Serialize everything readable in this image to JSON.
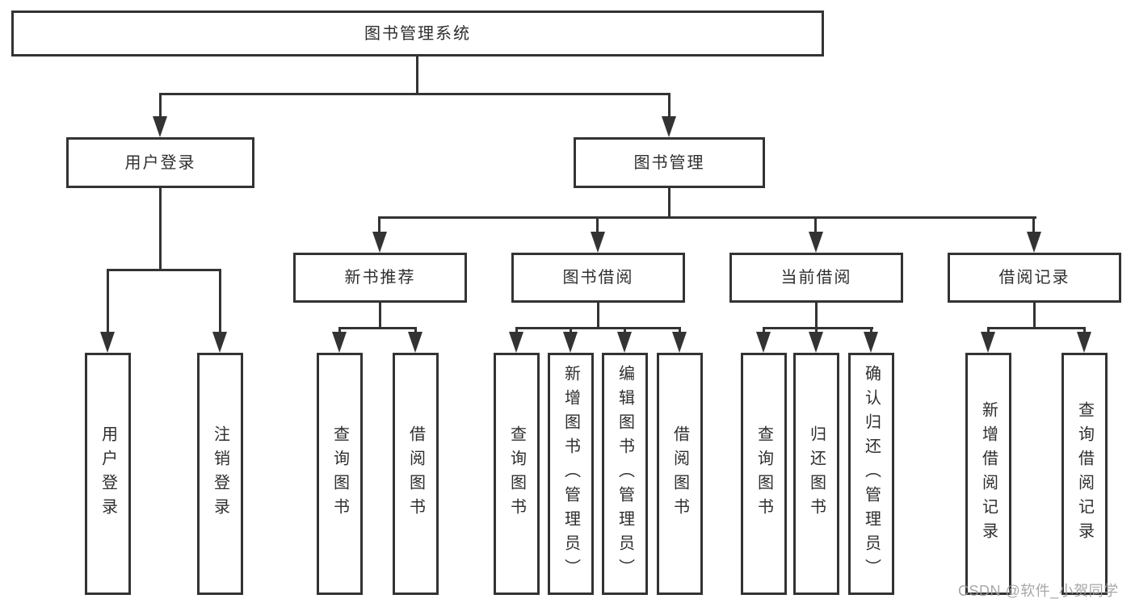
{
  "diagram": {
    "title": "图书管理系统",
    "level2": {
      "login": "用户登录",
      "manage": "图书管理"
    },
    "level3": {
      "recommend": "新书推荐",
      "borrow": "图书借阅",
      "current": "当前借阅",
      "record": "借阅记录"
    },
    "leaves": [
      "用户登录",
      "注销登录",
      "查询图书",
      "借阅图书",
      "查询图书",
      "新增图书（管理员）",
      "编辑图书（管理员）",
      "借阅图书",
      "查询图书",
      "归还图书",
      "确认归还（管理员）",
      "新增借阅记录",
      "查询借阅记录"
    ],
    "watermark": "CSDN @软件_小贺同学",
    "colors": {
      "line": "#333333",
      "text": "#2e2e2e",
      "watermark": "#9e9e9e",
      "background": "#ffffff"
    }
  }
}
